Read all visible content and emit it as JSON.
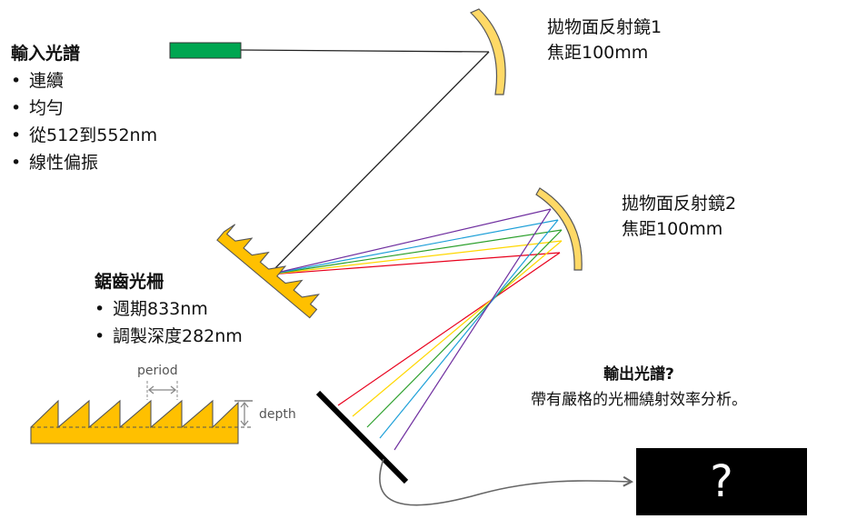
{
  "input_spectrum": {
    "title": "輸入光譜",
    "bullets": [
      "連續",
      "均勻",
      "從512到552nm",
      "線性偏振"
    ]
  },
  "mirror1": {
    "name": "拋物面反射鏡1",
    "focal": "焦距100mm"
  },
  "mirror2": {
    "name": "拋物面反射鏡2",
    "focal": "焦距100mm"
  },
  "grating": {
    "title": "鋸齒光柵",
    "bullets": [
      "週期833nm",
      "調製深度282nm"
    ]
  },
  "profile": {
    "period_label": "period",
    "depth_label": "depth"
  },
  "output": {
    "title": "輸出光譜?",
    "subtitle": "帶有嚴格的光柵繞射效率分析。",
    "placeholder": "?"
  },
  "colors": {
    "source_green": "#00a651",
    "mirror_yellow": "#ffd966",
    "grating_orange": "#ffc000",
    "detector_black": "#000000",
    "beam": "#222222",
    "rays": [
      "#e8001c",
      "#ffd700",
      "#2ca02c",
      "#1ea0d8",
      "#7030a0"
    ]
  }
}
